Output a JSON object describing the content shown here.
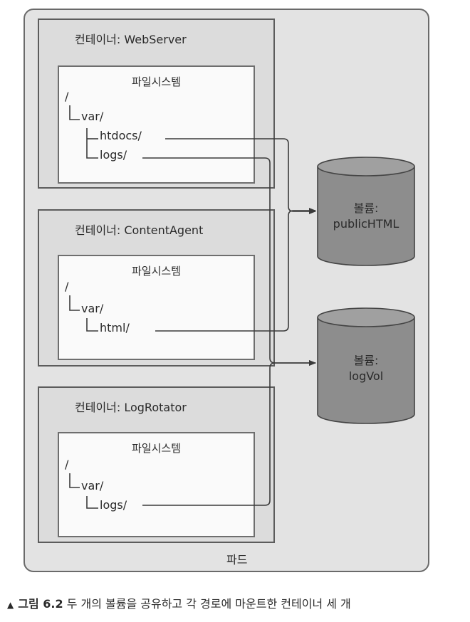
{
  "pod": {
    "label": "파드"
  },
  "containers": [
    {
      "title": "컨테이너: WebServer",
      "fs_title": "파일시스템",
      "tree": [
        "/",
        "var/",
        "htdocs/",
        "logs/"
      ]
    },
    {
      "title": "컨테이너: ContentAgent",
      "fs_title": "파일시스템",
      "tree": [
        "/",
        "var/",
        "html/"
      ]
    },
    {
      "title": "컨테이너: LogRotator",
      "fs_title": "파일시스템",
      "tree": [
        "/",
        "var/",
        "logs/"
      ]
    }
  ],
  "volumes": [
    {
      "label": "볼륨:",
      "name": "publicHTML"
    },
    {
      "label": "볼륨:",
      "name": "logVol"
    }
  ],
  "caption": {
    "marker": "▲",
    "number": "그림 6.2",
    "text": "두 개의 볼륨을 공유하고 각 경로에 마운트한 컨테이너 세 개"
  },
  "colors": {
    "pod_bg": "#e3e3e3",
    "container_bg": "#dcdcdc",
    "filesystem_bg": "#fafafa",
    "volume_fill": "#8d8d8d",
    "line": "#3a3a3a"
  }
}
